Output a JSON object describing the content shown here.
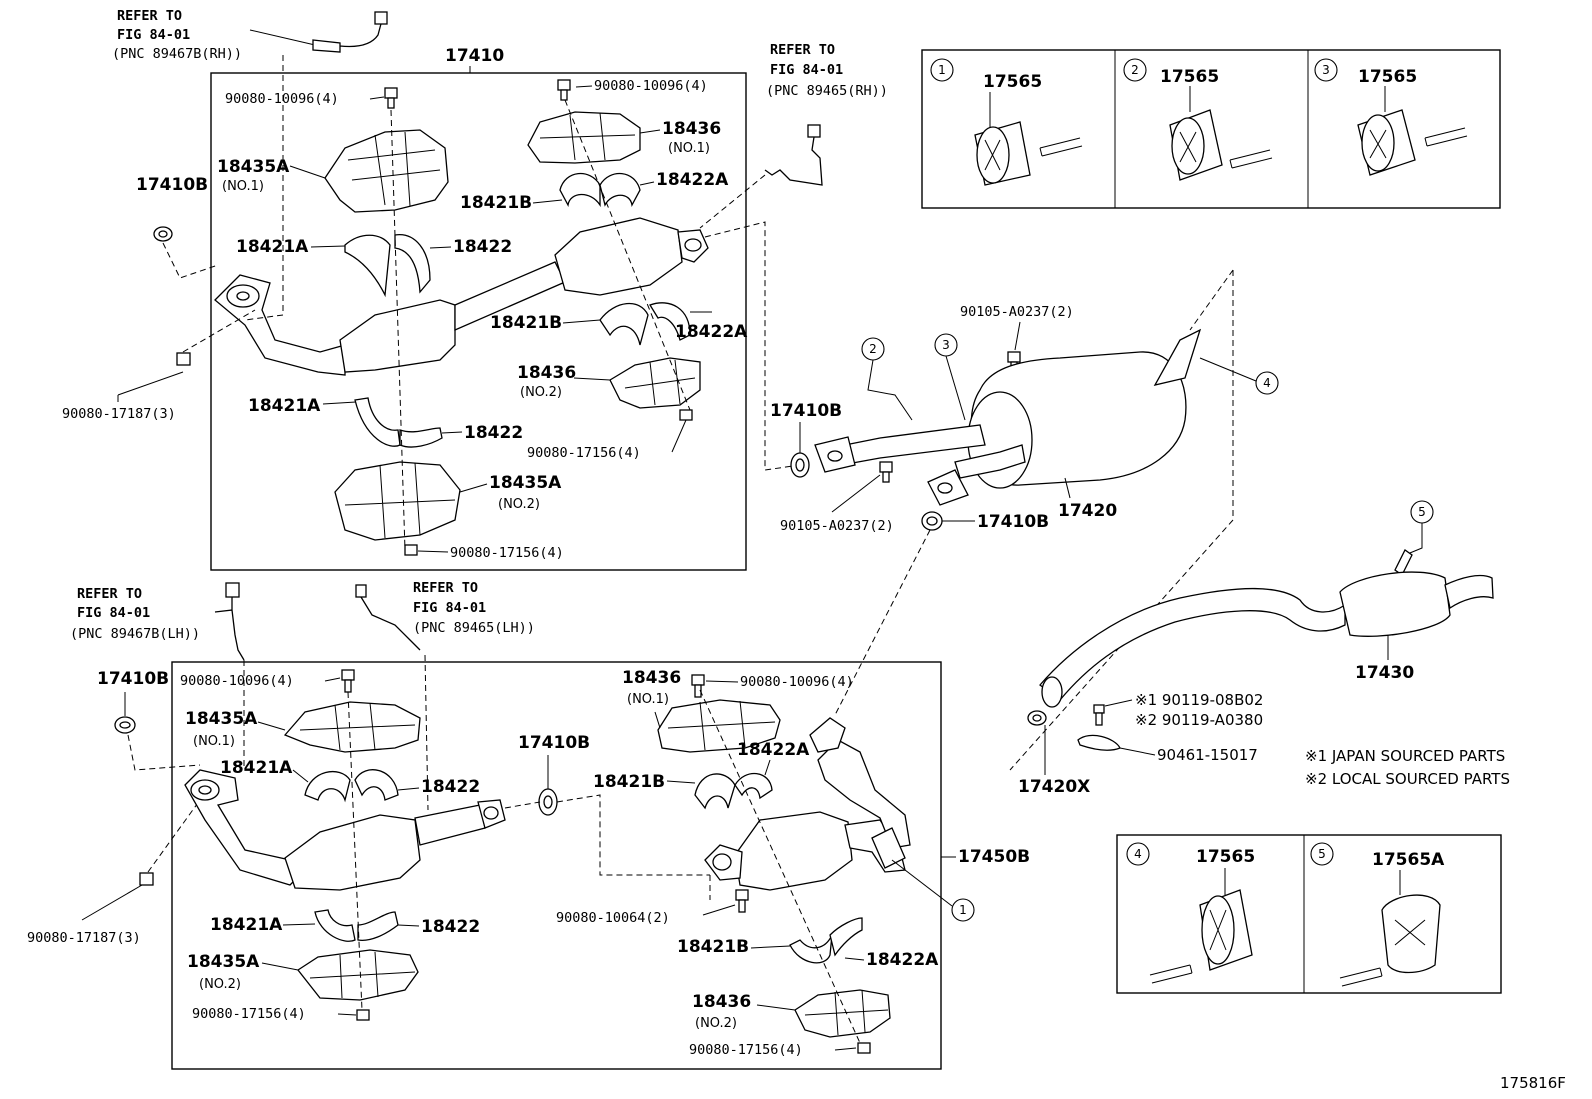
{
  "refer_rh_89467": [
    "REFER TO",
    "FIG 84-01",
    "(PNC 89467B(RH))"
  ],
  "refer_rh_89465": [
    "REFER TO",
    "FIG 84-01",
    "(PNC 89465(RH))"
  ],
  "refer_lh_89467": [
    "REFER TO",
    "FIG 84-01",
    "(PNC 89467B(LH))"
  ],
  "refer_lh_89465": [
    "REFER TO",
    "FIG 84-01",
    "(PNC 89465(LH))"
  ],
  "upper_box": {
    "title": "17410",
    "bolt_left": "90080-10096(4)",
    "bolt_right": "90080-10096(4)",
    "heat_ins_1": "18435A",
    "heat_ins_1_sub": "(NO.1)",
    "heat_ins_2": "18436",
    "heat_ins_2_sub": "(NO.1)",
    "clamp_a": "18421A",
    "clamp_b": "18421B",
    "band": "18422",
    "band_a": "18422A",
    "clamp_b2": "18421B",
    "band_a2": "18422A",
    "heat_ins_3": "18436",
    "heat_ins_3_sub": "(NO.2)",
    "nut_mid": "90080-17156(4)",
    "clamp_a2": "18421A",
    "band2": "18422",
    "heat_ins_4": "18435A",
    "heat_ins_4_sub": "(NO.2)",
    "nut_bottom": "90080-17156(4)"
  },
  "left_gasket_upper": "17410B",
  "left_nut_upper": "90080-17187(3)",
  "lower_box": {
    "bolt_left": "90080-10096(4)",
    "heat_ins_1": "18435A",
    "heat_ins_1_sub": "(NO.1)",
    "clamp_a": "18421A",
    "band": "18422",
    "clamp_a2": "18421A",
    "band2": "18422",
    "heat_ins_2": "18435A",
    "heat_ins_2_sub": "(NO.2)",
    "nut_left": "90080-17156(4)",
    "gasket": "17410B",
    "heat_ins_3": "18436",
    "heat_ins_3_sub": "(NO.1)",
    "bolt_right": "90080-10096(4)",
    "band_a": "18422A",
    "clamp_b": "18421B",
    "bolt_mid": "90080-10064(2)",
    "clamp_b2": "18421B",
    "band_a2": "18422A",
    "heat_ins_4": "18436",
    "heat_ins_4_sub": "(NO.2)",
    "nut_right": "90080-17156(4)",
    "assembly": "17450B"
  },
  "left_gasket_lower": "17410B",
  "left_nut_lower": "90080-17187(3)",
  "center_pipe": {
    "bolt_top": "90105-A0237(2)",
    "gasket_left": "17410B",
    "bolt_bottom": "90105-A0237(2)",
    "gasket_bottom": "17410B",
    "muffler": "17420"
  },
  "tail_pipe": {
    "tail": "17430",
    "gasket": "17420X",
    "bolt_jp": "※1 90119-08B02",
    "bolt_local": "※2 90119-A0380",
    "clamp": "90461-15017"
  },
  "notes": [
    "※1 JAPAN SOURCED PARTS",
    "※2 LOCAL SOURCED PARTS"
  ],
  "callouts": [
    "1",
    "2",
    "3",
    "4",
    "5"
  ],
  "hangers_top": [
    {
      "num": "1",
      "part": "17565"
    },
    {
      "num": "2",
      "part": "17565"
    },
    {
      "num": "3",
      "part": "17565"
    }
  ],
  "hangers_bottom": [
    {
      "num": "4",
      "part": "17565"
    },
    {
      "num": "5",
      "part": "17565A"
    }
  ],
  "figure_id": "175816F"
}
